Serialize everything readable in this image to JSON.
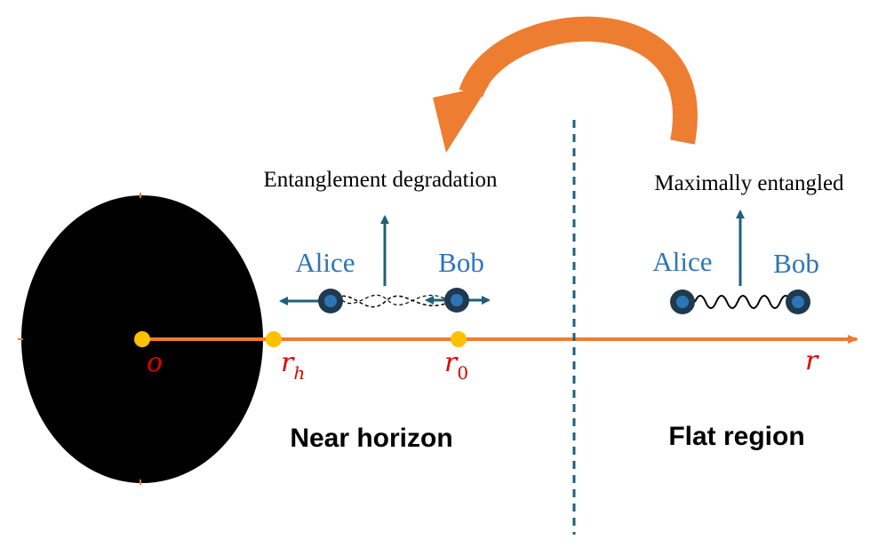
{
  "labels": {
    "origin": "o",
    "horizon_radius": "r",
    "horizon_sub": "h",
    "initial_radius": "r",
    "initial_sub": "0",
    "radial_axis": "r",
    "near_region": "Near horizon",
    "flat_region": "Flat region",
    "near_state": "Entanglement degradation",
    "flat_state": "Maximally entangled",
    "near_alice": "Alice",
    "near_bob": "Bob",
    "flat_alice": "Alice",
    "flat_bob": "Bob"
  },
  "colors": {
    "black_hole": "#000000",
    "axis": "#ED7D31",
    "point": "#FFC000",
    "math_label": "#E00000",
    "name_label": "#2E75B6",
    "particle_outer": "#1F3A4F",
    "particle_inner": "#2E75B6",
    "arrow": "#1F5F7A",
    "divider": "#1F5F7A"
  }
}
